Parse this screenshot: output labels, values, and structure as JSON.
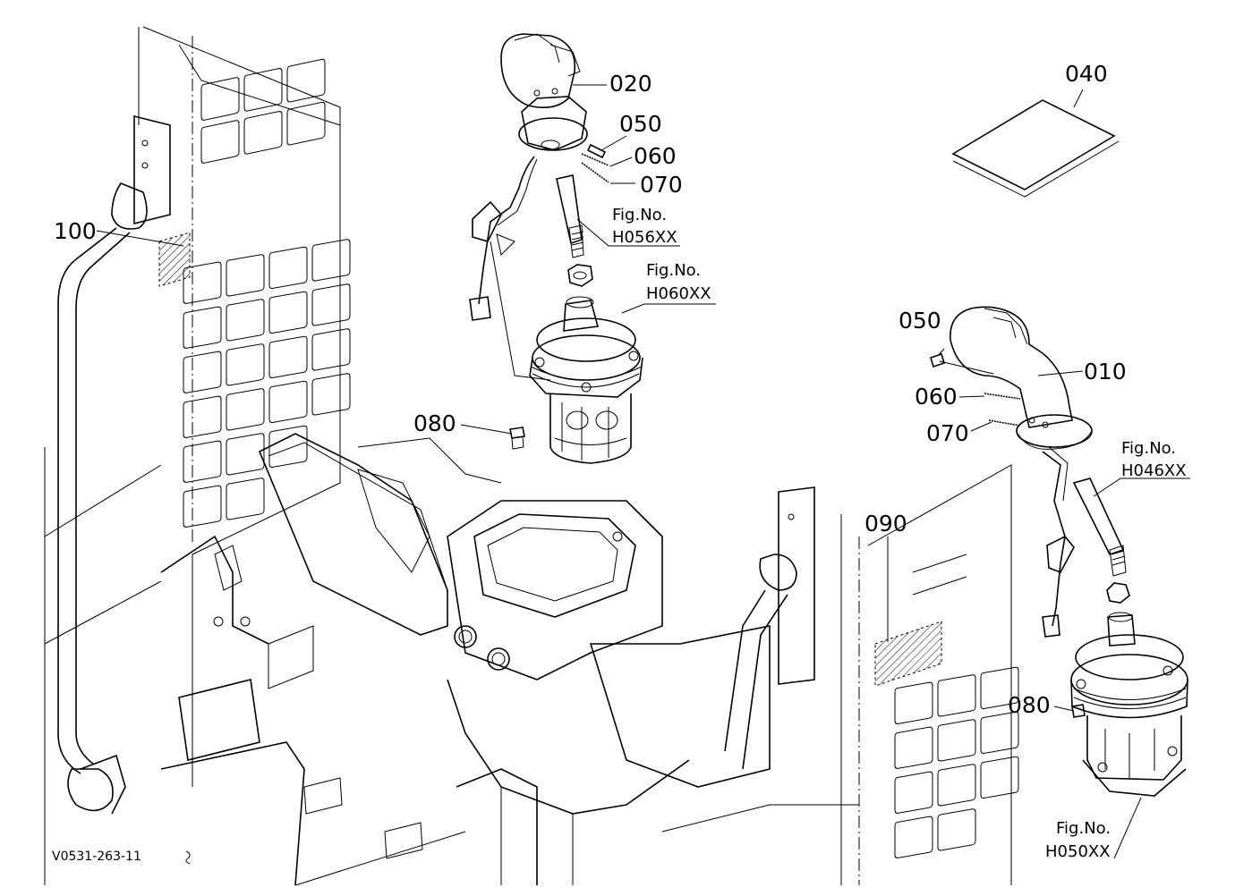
{
  "diagram": {
    "drawing_code": "V0531-263-11",
    "part_labels": {
      "p100": "100",
      "p020": "020",
      "p050_left": "050",
      "p060_left": "060",
      "p070_left": "070",
      "p080_left": "080",
      "p040": "040",
      "p050_right": "050",
      "p010": "010",
      "p060_right": "060",
      "p070_right": "070",
      "p090": "090",
      "p080_right": "080"
    },
    "figure_refs": {
      "h056": {
        "caption": "Fig.No.",
        "number": "H056XX"
      },
      "h060": {
        "caption": "Fig.No.",
        "number": "H060XX"
      },
      "h046": {
        "caption": "Fig.No.",
        "number": "H046XX"
      },
      "h050": {
        "caption": "Fig.No.",
        "number": "H050XX"
      }
    }
  }
}
